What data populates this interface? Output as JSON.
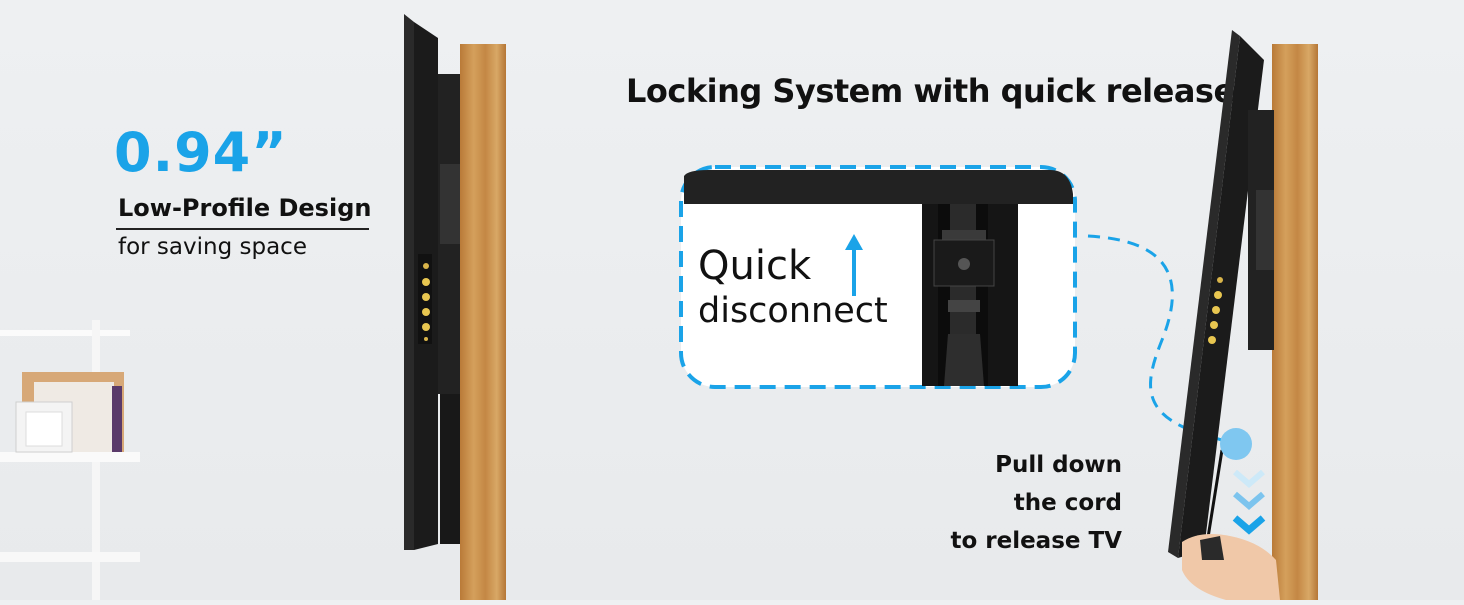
{
  "left_text": {
    "dimension": "0.94”",
    "title": "Low-Profile Design",
    "subtitle": "for saving space"
  },
  "headline": "Locking System with quick release",
  "callout": {
    "line1": "Quick",
    "line2": "disconnect"
  },
  "pull_instructions": {
    "line1": "Pull down",
    "line2": "the cord",
    "line3": "to release TV"
  },
  "colors": {
    "accent_blue": "#1aa3e8",
    "text": "#111111",
    "wood": "#c58a44",
    "mount_black": "#1c1c1c"
  },
  "icons": [
    "up-arrow-icon",
    "down-chevrons-icon"
  ]
}
